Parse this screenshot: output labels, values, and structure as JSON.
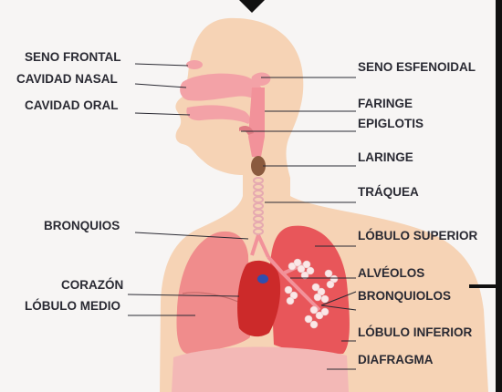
{
  "labels": {
    "seno_frontal": "SENO FRONTAL",
    "cavidad_nasal": "CAVIDAD NASAL",
    "cavidad_oral": "CAVIDAD ORAL",
    "bronquios": "BRONQUIOS",
    "corazon": "CORAZÓN",
    "lobulo_medio": "LÓBULO MEDIO",
    "seno_esfenoidal": "SENO ESFENOIDAL",
    "faringe": "FARINGE",
    "epiglotis": "EPIGLOTIS",
    "laringe": "LARINGE",
    "traquea": "TRÁQUEA",
    "lobulo_superior": "LÓBULO SUPERIOR",
    "alveolos": "ALVÉOLOS",
    "bronquiolos": "BRONQUIOLOS",
    "lobulo_inferior": "LÓBULO INFERIOR",
    "diafragma": "DIAFRAGMA"
  },
  "colors": {
    "skin": "#f6d3b5",
    "lung_left": "#f08c8c",
    "lung_right": "#e8565a",
    "airway": "#f2929a",
    "nasal": "#f3a2a7",
    "larynx": "#8a5a3e",
    "heart": "#cc2a2a",
    "diaphragm": "#f3b8b6",
    "text": "#2a2a33",
    "leader": "#2a2a33"
  },
  "icons": {
    "top_marker": "down-triangle-icon"
  }
}
